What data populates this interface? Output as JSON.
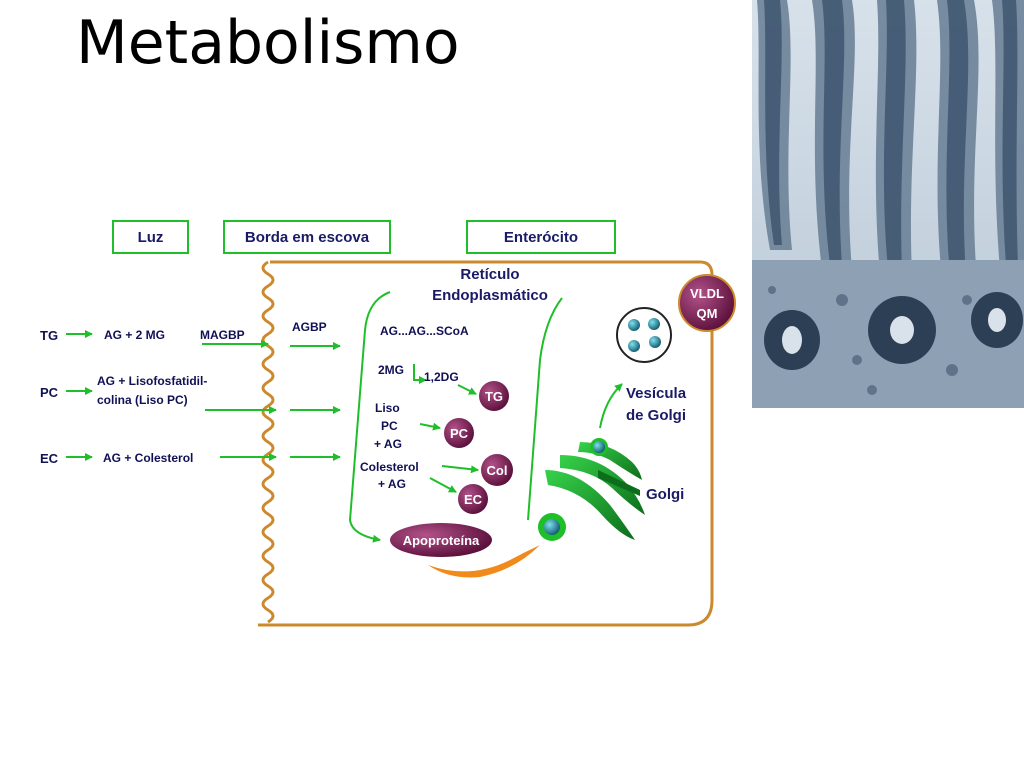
{
  "title": "Metabolismo",
  "headers": {
    "lumen": "Luz",
    "brush_border": "Borda em escova",
    "enterocyte": "Enterócito"
  },
  "inputs": {
    "tg": {
      "label": "TG",
      "products": "AG + 2 MG",
      "carrier": "MAGBP"
    },
    "pc": {
      "label": "PC",
      "products_line1": "AG + Lisofosfatidil-",
      "products_line2": "colina (Liso PC)"
    },
    "ec": {
      "label": "EC",
      "products": "AG + Colesterol"
    }
  },
  "agbp": "AGBP",
  "er": {
    "line1": "Retículo",
    "line2": "Endoplasmático"
  },
  "er_steps": {
    "acyl_coa": "AG...AG...SCoA",
    "mg": "2MG",
    "dg": "1,2DG",
    "liso_line1": "Liso",
    "liso_line2": "PC",
    "liso_line3": "+ AG",
    "col_line1": "Colesterol",
    "col_line2": "+ AG"
  },
  "products": {
    "tg": "TG",
    "pc": "PC",
    "col": "Col",
    "ec": "EC",
    "apoprotein": "Apoproteína"
  },
  "lipoproteins": {
    "line1": "VLDL",
    "line2": "QM"
  },
  "golgi_vesicle": {
    "line1": "Vesícula",
    "line2": "de Golgi"
  },
  "golgi": "Golgi",
  "colors": {
    "arrow": "#1fbf2a",
    "purple": "#7a1f52",
    "cell_border": "#cc8a2e",
    "text": "#101055"
  }
}
